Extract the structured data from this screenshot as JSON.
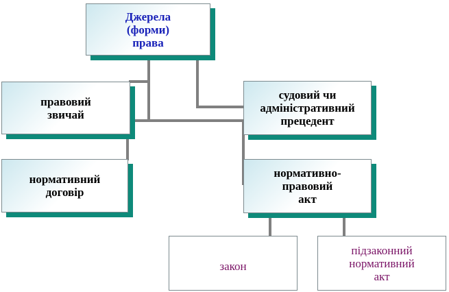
{
  "diagram": {
    "root": {
      "label": "Джерела\n(форми)\nправа"
    },
    "left": [
      {
        "label": "правовий\nзвичай"
      },
      {
        "label": "нормативний\nдоговір"
      }
    ],
    "right": [
      {
        "label": "судовий чи\nадміністративний\nпрецедент"
      },
      {
        "label": "нормативно-\nправовий\nакт"
      }
    ],
    "leaves": [
      {
        "label": "закон"
      },
      {
        "label": "підзаконний\nнормативний\nакт"
      }
    ],
    "colors": {
      "title_text": "#1720b8",
      "node_text": "#000000",
      "leaf_text": "#7a1466",
      "shadow": "#0e8a7a",
      "connector": "#808080",
      "node_gradient": "#cde8ef"
    }
  }
}
